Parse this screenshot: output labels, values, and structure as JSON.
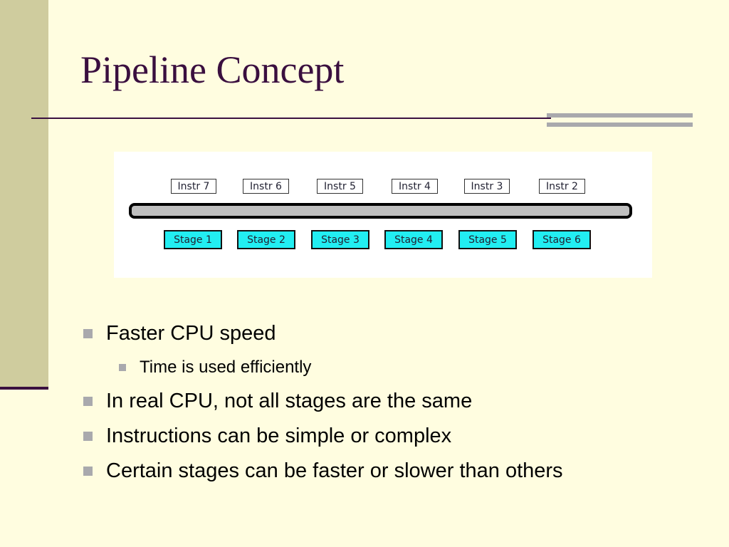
{
  "slide": {
    "title": "Pipeline Concept"
  },
  "diagram": {
    "instructions": [
      "Instr 7",
      "Instr 6",
      "Instr 5",
      "Instr 4",
      "Instr 3",
      "Instr 2"
    ],
    "stages": [
      "Stage 1",
      "Stage 2",
      "Stage 3",
      "Stage 4",
      "Stage 5",
      "Stage 6"
    ]
  },
  "bullets": [
    {
      "level": 1,
      "text": "Faster CPU speed"
    },
    {
      "level": 2,
      "text": "Time is used efficiently"
    },
    {
      "level": 1,
      "text": "In real CPU, not all stages are the same"
    },
    {
      "level": 1,
      "text": "Instructions can be simple or complex"
    },
    {
      "level": 1,
      "text": "Certain stages can be faster or slower than others"
    }
  ],
  "colors": {
    "background": "#FFFDE0",
    "band": "#CFCC9E",
    "title": "#3A0F3F",
    "stage_fill": "#22EEF2",
    "pipe_fill": "#BFBFBF",
    "bullet": "#A9A9AD"
  }
}
